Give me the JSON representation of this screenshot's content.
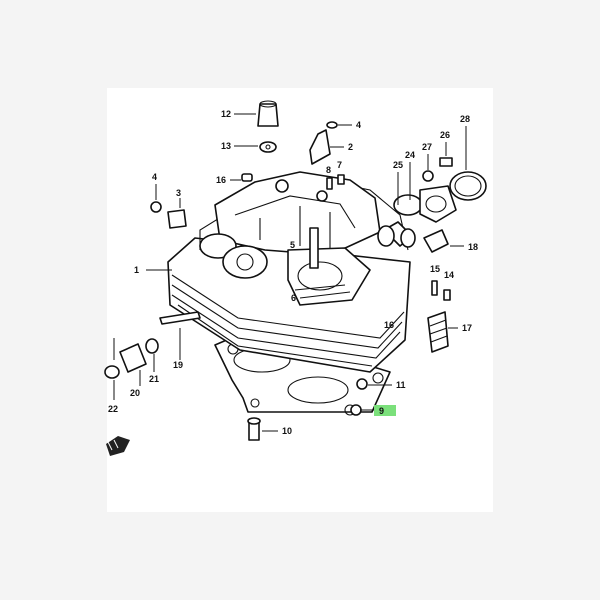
{
  "diagram": {
    "part_labels": {
      "p1": "1",
      "p2": "2",
      "p3": "3",
      "p4a": "4",
      "p4b": "4",
      "p5": "5",
      "p6": "6",
      "p7": "7",
      "p8": "8",
      "p9": "9",
      "p10": "10",
      "p11": "11",
      "p12": "12",
      "p13": "13",
      "p14": "14",
      "p15": "15",
      "p16a": "16",
      "p16b": "16",
      "p17": "17",
      "p18": "18",
      "p19": "19",
      "p20": "20",
      "p21": "21",
      "p22": "22",
      "p24": "24",
      "p25": "25",
      "p26": "26",
      "p27": "27",
      "p28": "28"
    },
    "highlight_color": "#7be07b",
    "highlighted_part": "p9"
  }
}
